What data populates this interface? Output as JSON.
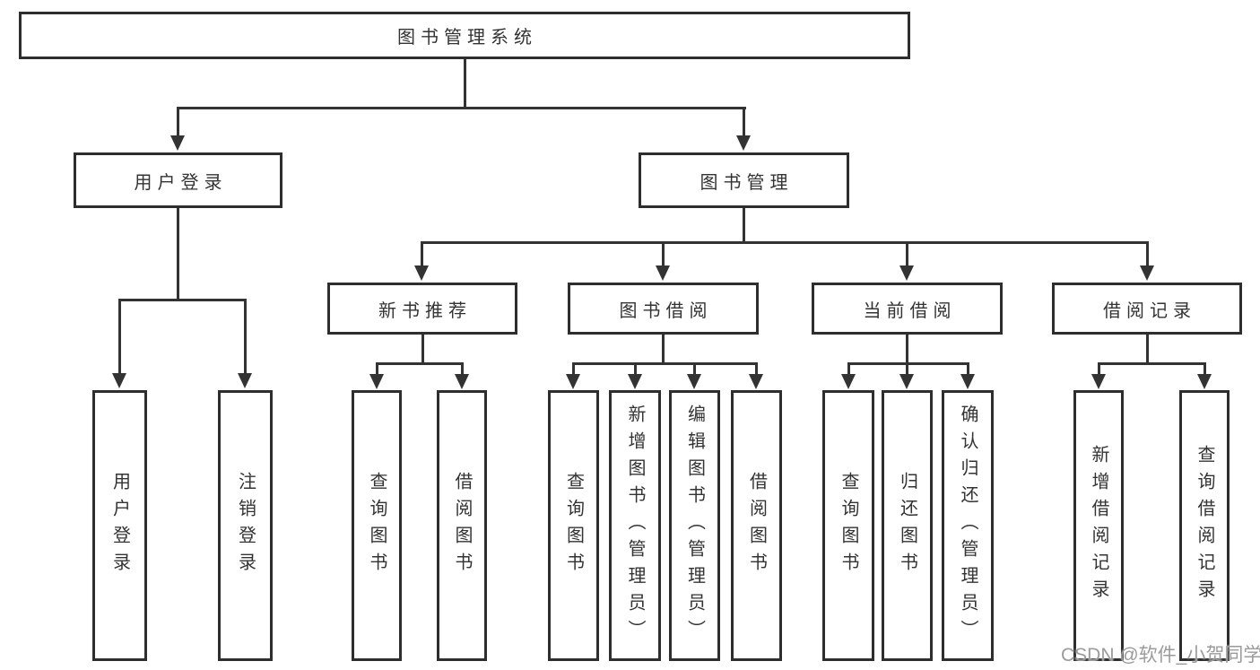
{
  "watermark": "CSDN @软件_小贺同学",
  "root": {
    "label": "图书管理系统",
    "children": [
      {
        "label": "用户登录",
        "children": [
          {
            "label": "用户登录"
          },
          {
            "label": "注销登录"
          }
        ]
      },
      {
        "label": "图书管理",
        "children": [
          {
            "label": "新书推荐",
            "children": [
              {
                "label": "查询图书"
              },
              {
                "label": "借阅图书"
              }
            ]
          },
          {
            "label": "图书借阅",
            "children": [
              {
                "label": "查询图书"
              },
              {
                "label": "新增图书（管理员）"
              },
              {
                "label": "编辑图书（管理员）"
              },
              {
                "label": "借阅图书"
              }
            ]
          },
          {
            "label": "当前借阅",
            "children": [
              {
                "label": "查询图书"
              },
              {
                "label": "归还图书"
              },
              {
                "label": "确认归还（管理员）"
              }
            ]
          },
          {
            "label": "借阅记录",
            "children": [
              {
                "label": "新增借阅记录"
              },
              {
                "label": "查询借阅记录"
              }
            ]
          }
        ]
      }
    ]
  },
  "colors": {
    "line": "#333333",
    "border": "#2e2e2e",
    "text": "#333333",
    "watermark": "#9b9b9b",
    "background": "#ffffff"
  }
}
